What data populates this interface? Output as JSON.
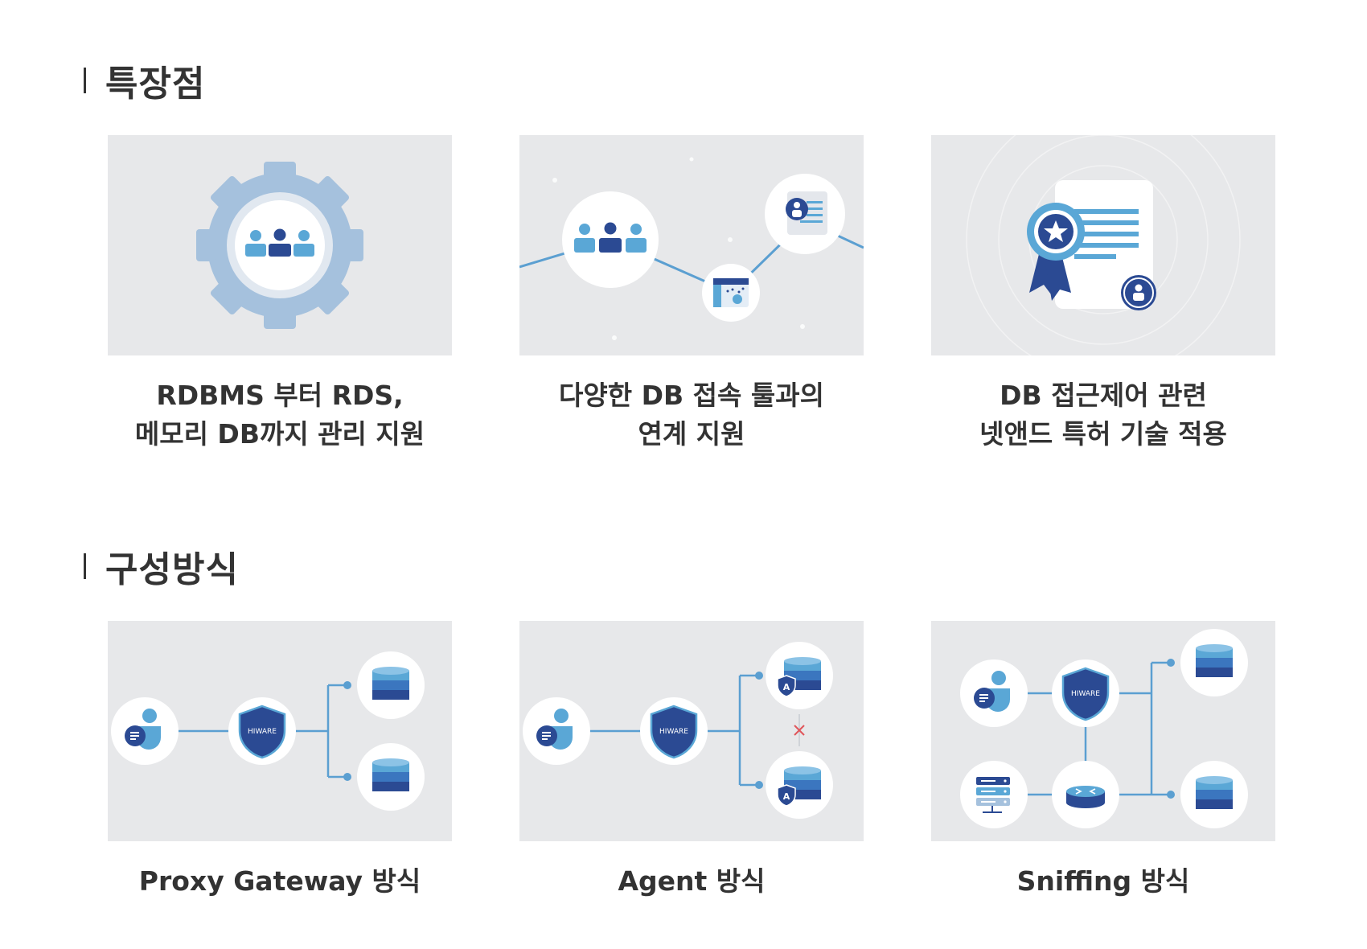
{
  "sections": {
    "features": {
      "title": "특장점",
      "cards": [
        {
          "line1": "RDBMS 부터 RDS,",
          "line2": "메모리 DB까지 관리 지원"
        },
        {
          "line1": "다양한 DB 접속 툴과의",
          "line2": "연계 지원"
        },
        {
          "line1": "DB 접근제어 관련",
          "line2": "넷앤드 특허 기술 적용"
        }
      ]
    },
    "configuration": {
      "title": "구성방식",
      "cards": [
        {
          "label": "Proxy Gateway 방식"
        },
        {
          "label": "Agent 방식"
        },
        {
          "label": "Sniffing 방식"
        }
      ]
    }
  },
  "shield_text": "HIWARE",
  "agent_badge": "A",
  "colors": {
    "card_bg": "#e7e8ea",
    "navy": "#2b4a93",
    "light_blue": "#5aa7d6",
    "pale_blue": "#a5c1dd",
    "connector": "#5b9fd1",
    "block_red": "#e0565b"
  },
  "icons": {
    "feature_1": "gear-users-icon",
    "feature_2": "tool-network-icon",
    "feature_3": "patent-certificate-icon",
    "config_1": "proxy-gateway-diagram",
    "config_2": "agent-diagram",
    "config_3": "sniffing-diagram"
  }
}
